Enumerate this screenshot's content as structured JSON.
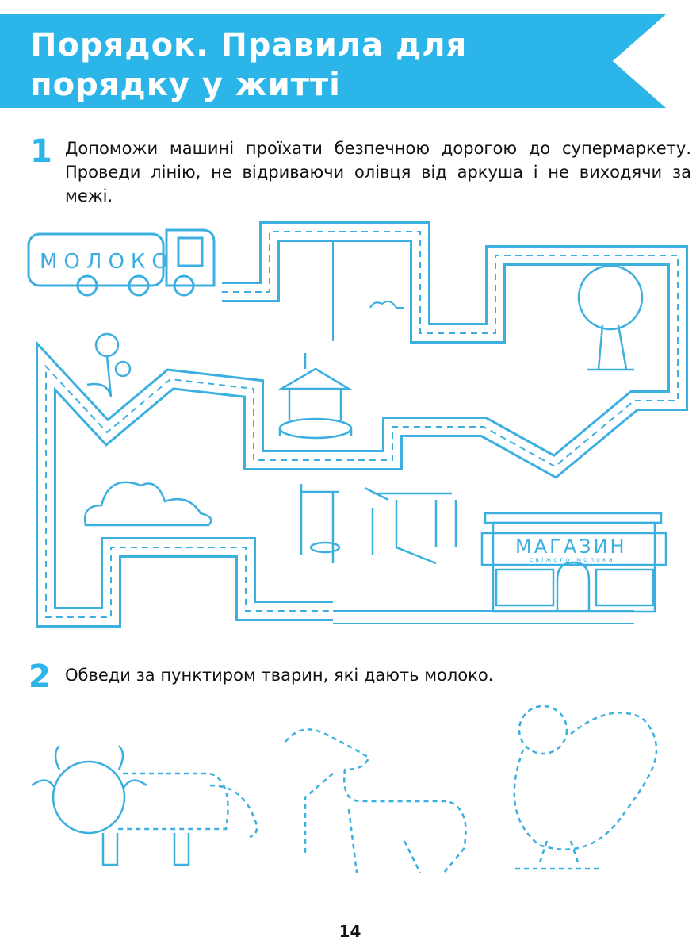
{
  "header": {
    "title_line1": "Порядок. Правила для",
    "title_line2": "порядку у житті"
  },
  "task1": {
    "number": "1",
    "text": "Допоможи машині проїхати безпечною дорогою до супермаркету. Проведи лінію, не відриваючи олівця від аркуша і не виходячи за межі."
  },
  "maze": {
    "truck_label": "МОЛОКО",
    "shop_sign": "МАГАЗИН",
    "shop_subsign": "свіжого молока"
  },
  "task2": {
    "number": "2",
    "text": "Обведи за пунктиром тварин, які дають молоко."
  },
  "page_number": "14",
  "colors": {
    "accent": "#2bb5e8",
    "line": "#3bb0e0"
  }
}
